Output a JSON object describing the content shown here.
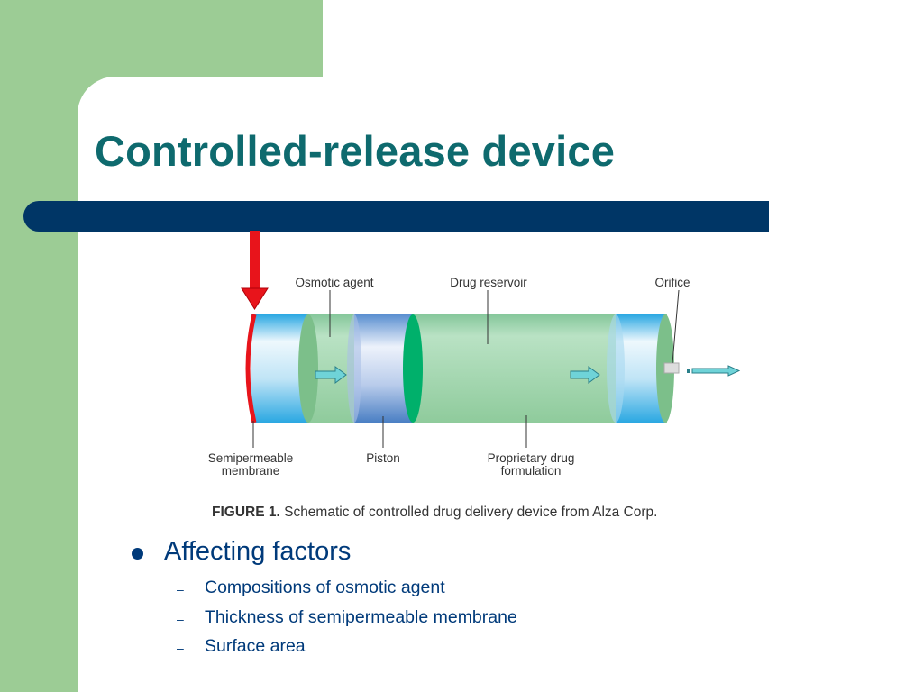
{
  "slide": {
    "title": "Controlled-release device"
  },
  "figure": {
    "labels": {
      "osmotic_agent": "Osmotic agent",
      "drug_reservoir": "Drug reservoir",
      "orifice": "Orifice",
      "semipermeable_line1": "Semipermeable",
      "semipermeable_line2": "membrane",
      "piston": "Piston",
      "proprietary_line1": "Proprietary drug",
      "proprietary_line2": "formulation"
    },
    "caption_bold": "FIGURE 1.",
    "caption_text": " Schematic of controlled drug delivery device from Alza Corp."
  },
  "bullets": {
    "main": "Affecting factors",
    "sub": [
      "Compositions of osmotic agent",
      "Thickness of semipermeable membrane",
      "Surface area"
    ]
  },
  "colors": {
    "title": "#0e6a6e",
    "rule": "#003666",
    "green_block": "#9ccc95",
    "text": "#003a7a",
    "pointer_arrow": "#e8141b"
  }
}
